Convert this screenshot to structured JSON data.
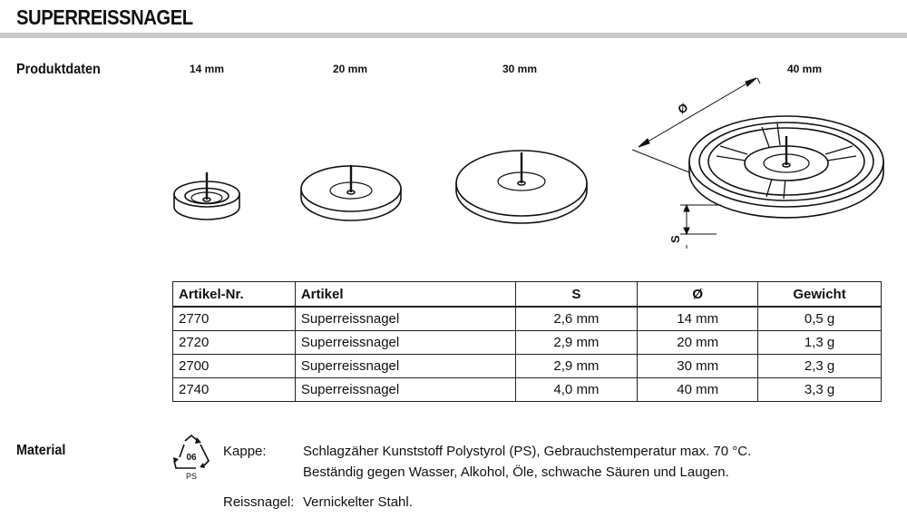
{
  "title": "SUPERREISSNAGEL",
  "sections": {
    "product": "Produktdaten",
    "material": "Material"
  },
  "sizes": [
    "14 mm",
    "20 mm",
    "30 mm",
    "40 mm"
  ],
  "dimension_symbols": {
    "diameter": "Ø",
    "height": "S"
  },
  "table": {
    "headers": [
      "Artikel-Nr.",
      "Artikel",
      "S",
      "Ø",
      "Gewicht"
    ],
    "rows": [
      [
        "2770",
        "Superreissnagel",
        "2,6 mm",
        "14 mm",
        "0,5 g"
      ],
      [
        "2720",
        "Superreissnagel",
        "2,9 mm",
        "20 mm",
        "1,3 g"
      ],
      [
        "2700",
        "Superreissnagel",
        "2,9 mm",
        "30 mm",
        "2,3 g"
      ],
      [
        "2740",
        "Superreissnagel",
        "4,0 mm",
        "40 mm",
        "3,3 g"
      ]
    ]
  },
  "material": {
    "recycle_icon": "recycling-triangle-icon",
    "recycle_code": "06",
    "recycle_abbr": "PS",
    "cap_label": "Kappe:",
    "cap_text_1": "Schlagzäher Kunststoff Polystyrol (PS), Gebrauchstemperatur max. 70 °C.",
    "cap_text_2": "Beständig gegen Wasser, Alkohol, Öle, schwache Säuren und Laugen.",
    "pin_label": "Reissnagel:",
    "pin_text": "Vernickelter Stahl."
  }
}
